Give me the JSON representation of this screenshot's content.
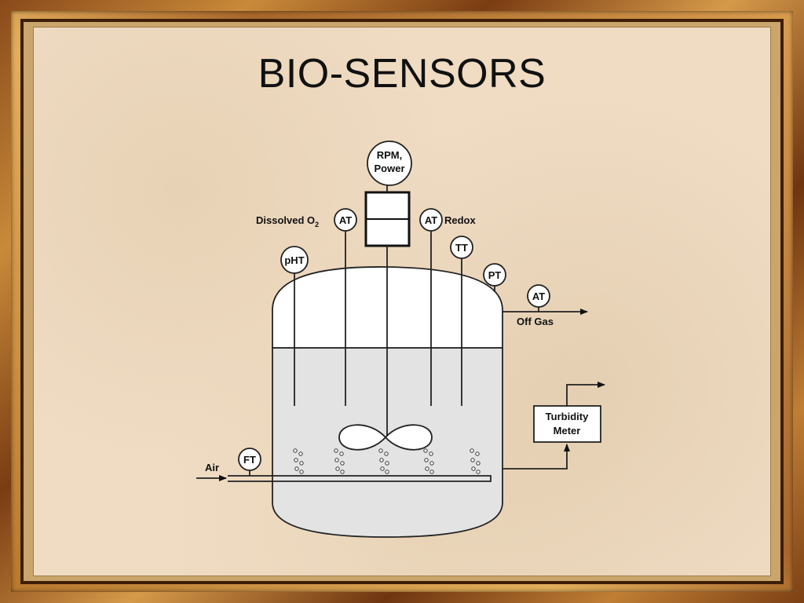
{
  "slide": {
    "title": "BIO-SENSORS"
  },
  "diagram": {
    "instruments": {
      "rpm_power_line1": "RPM,",
      "rpm_power_line2": "Power",
      "dissolved_o2_tag": "AT",
      "dissolved_o2_label": "Dissolved O",
      "dissolved_o2_sub": "2",
      "redox_tag": "AT",
      "redox_label": "Redox",
      "ph_tag": "pHT",
      "temp_tag": "TT",
      "pressure_tag": "PT",
      "offgas_tag": "AT",
      "offgas_label": "Off Gas",
      "flow_tag": "FT",
      "air_label": "Air"
    },
    "turbidity": {
      "line1": "Turbidity",
      "line2": "Meter"
    }
  }
}
